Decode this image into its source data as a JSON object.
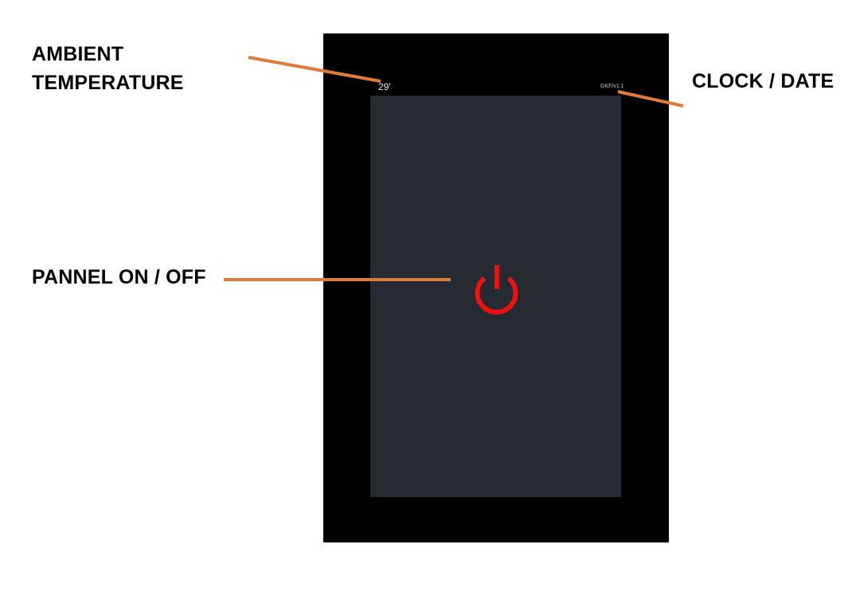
{
  "callouts": {
    "ambient_temperature": "AMBIENT\nTEMPERATURE",
    "clock_date": "CLOCK / DATE",
    "panel_on_off": "PANNEL ON / OFF"
  },
  "screen": {
    "temperature": "29'",
    "clock_text": "GKF/v1.1"
  },
  "icons": {
    "power": "power-icon"
  },
  "colors": {
    "leader_line": "#e07b3a",
    "power_icon": "#ee1111",
    "screen_background": "#252a33",
    "device_frame": "#000000"
  }
}
